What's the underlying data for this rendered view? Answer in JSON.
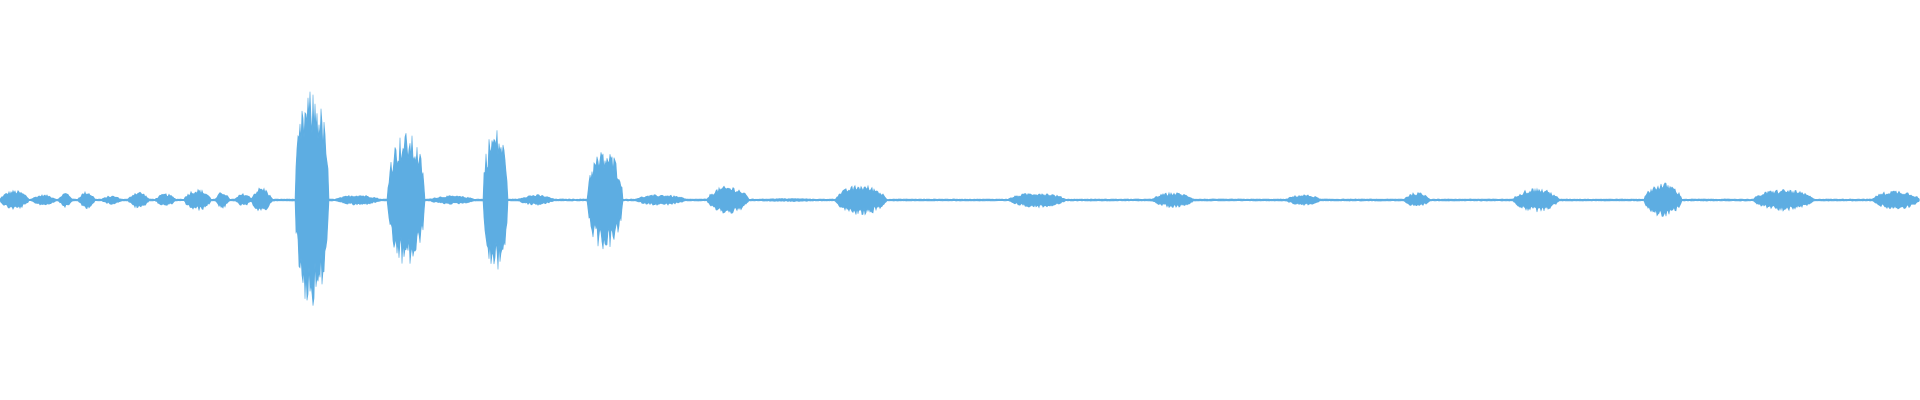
{
  "waveform": {
    "color": "#5DADE2",
    "background": "#FFFFFF",
    "baseline_amplitude": 0.01,
    "peak_amplitude": 1.0,
    "segments": [
      {
        "start": 0.0,
        "end": 0.015,
        "amp": 0.09,
        "shape": "noise"
      },
      {
        "start": 0.015,
        "end": 0.03,
        "amp": 0.05,
        "shape": "lobe"
      },
      {
        "start": 0.03,
        "end": 0.038,
        "amp": 0.07,
        "shape": "lobe"
      },
      {
        "start": 0.04,
        "end": 0.05,
        "amp": 0.08,
        "shape": "lobe"
      },
      {
        "start": 0.052,
        "end": 0.064,
        "amp": 0.04,
        "shape": "lobe"
      },
      {
        "start": 0.066,
        "end": 0.078,
        "amp": 0.08,
        "shape": "lobe"
      },
      {
        "start": 0.08,
        "end": 0.092,
        "amp": 0.06,
        "shape": "lobe"
      },
      {
        "start": 0.096,
        "end": 0.11,
        "amp": 0.1,
        "shape": "noise"
      },
      {
        "start": 0.112,
        "end": 0.12,
        "amp": 0.08,
        "shape": "lobe"
      },
      {
        "start": 0.122,
        "end": 0.132,
        "amp": 0.06,
        "shape": "lobe"
      },
      {
        "start": 0.13,
        "end": 0.142,
        "amp": 0.12,
        "shape": "lobe"
      },
      {
        "start": 0.153,
        "end": 0.172,
        "amp": 1.0,
        "shape": "burst"
      },
      {
        "start": 0.173,
        "end": 0.2,
        "amp": 0.05,
        "shape": "lobe"
      },
      {
        "start": 0.201,
        "end": 0.222,
        "amp": 0.62,
        "shape": "burst"
      },
      {
        "start": 0.223,
        "end": 0.248,
        "amp": 0.04,
        "shape": "noise"
      },
      {
        "start": 0.251,
        "end": 0.265,
        "amp": 0.66,
        "shape": "burst"
      },
      {
        "start": 0.268,
        "end": 0.29,
        "amp": 0.05,
        "shape": "lobe"
      },
      {
        "start": 0.305,
        "end": 0.325,
        "amp": 0.46,
        "shape": "burst"
      },
      {
        "start": 0.33,
        "end": 0.358,
        "amp": 0.05,
        "shape": "noise"
      },
      {
        "start": 0.368,
        "end": 0.39,
        "amp": 0.13,
        "shape": "noise"
      },
      {
        "start": 0.39,
        "end": 0.43,
        "amp": 0.015,
        "shape": "noise"
      },
      {
        "start": 0.435,
        "end": 0.462,
        "amp": 0.14,
        "shape": "noise"
      },
      {
        "start": 0.525,
        "end": 0.555,
        "amp": 0.07,
        "shape": "noise"
      },
      {
        "start": 0.6,
        "end": 0.622,
        "amp": 0.07,
        "shape": "noise"
      },
      {
        "start": 0.67,
        "end": 0.688,
        "amp": 0.05,
        "shape": "noise"
      },
      {
        "start": 0.731,
        "end": 0.745,
        "amp": 0.07,
        "shape": "noise"
      },
      {
        "start": 0.788,
        "end": 0.812,
        "amp": 0.11,
        "shape": "noise"
      },
      {
        "start": 0.856,
        "end": 0.876,
        "amp": 0.16,
        "shape": "noise"
      },
      {
        "start": 0.913,
        "end": 0.945,
        "amp": 0.1,
        "shape": "noise"
      },
      {
        "start": 0.975,
        "end": 1.0,
        "amp": 0.09,
        "shape": "noise"
      }
    ]
  }
}
